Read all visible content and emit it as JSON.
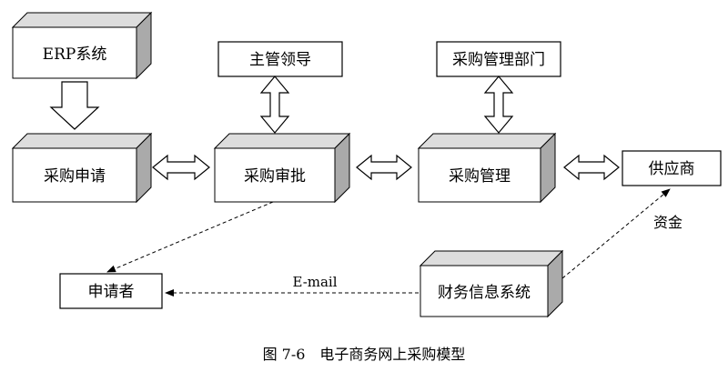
{
  "boxes": {
    "erp": "ERP系统",
    "leader": "主管领导",
    "procurement_dept": "采购管理部门",
    "purchase_request": "采购申请",
    "purchase_approval": "采购审批",
    "purchase_management": "采购管理",
    "supplier": "供应商",
    "applicant": "申请者",
    "finance_system": "财务信息系统"
  },
  "edge_labels": {
    "email": "E-mail",
    "funds": "资金"
  },
  "caption": "图 7-6　电子商务网上采购模型",
  "colors": {
    "line": "#000000",
    "face": "#ffffff",
    "side": "#aaaaaa",
    "top": "#dddddd"
  }
}
